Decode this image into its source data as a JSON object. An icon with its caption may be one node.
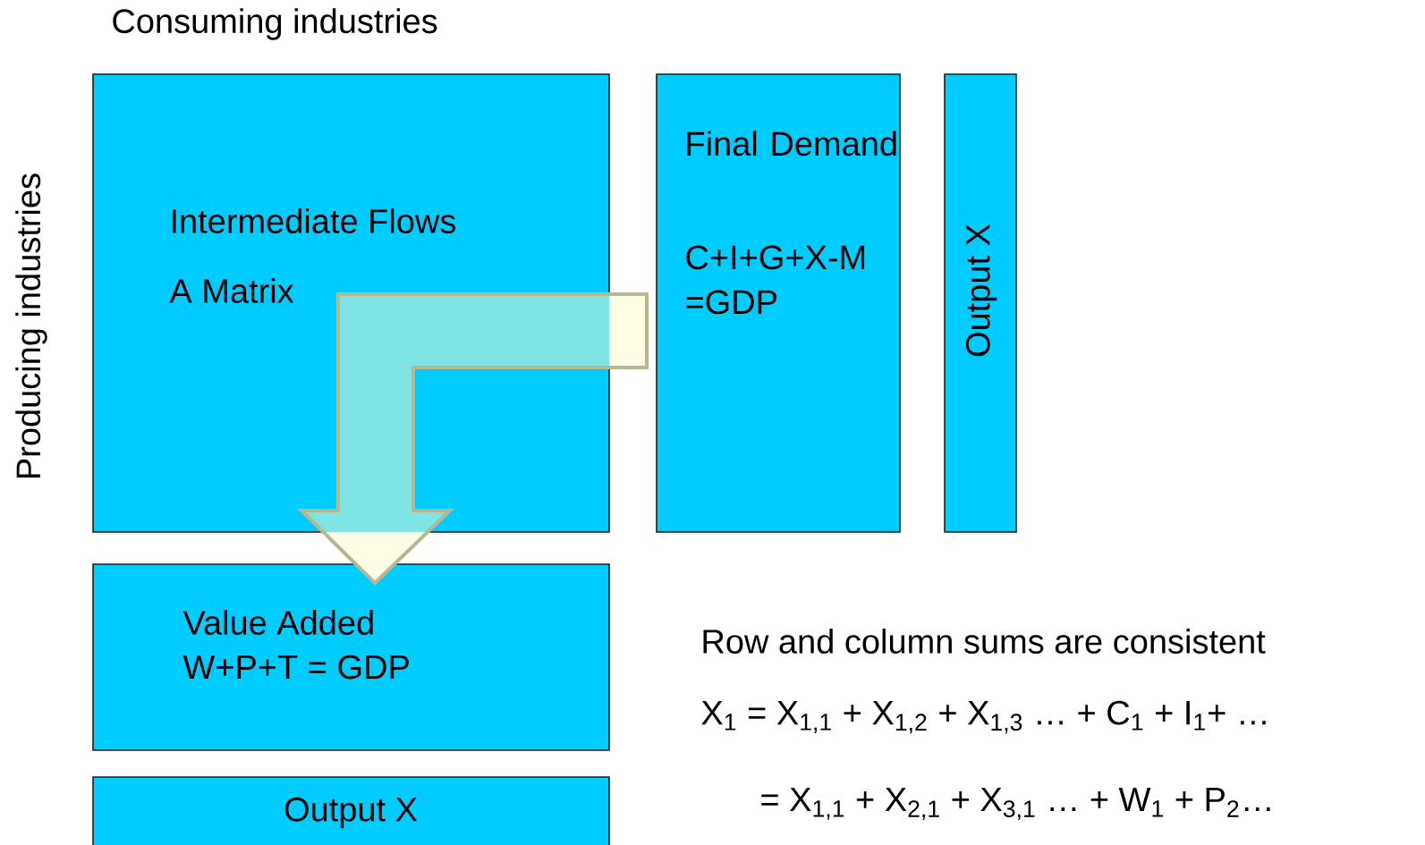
{
  "diagram": {
    "nodes": [
      {
        "text": [
          "Intermediate Flows",
          "A Matrix"
        ]
      },
      {
        "text": [
          "Final Demand",
          "C+I+G+X-M =GDP"
        ]
      },
      {
        "text": [
          "Output X"
        ]
      },
      {
        "text": [
          "Value Added",
          "W+P+T = GDP"
        ]
      },
      {
        "text": [
          "Output X"
        ]
      }
    ],
    "edges": [
      {
        "from": 1,
        "to": 3,
        "arrow": "to"
      }
    ],
    "labels": [
      "Consuming industries",
      "Producing industries",
      "Row and column sums are consistent",
      "X$_{1}$ = X$_{1,1}$ + X$_{1,2}$ + X$_{1,3}$ … + C$_{1}$ + I$_{1}$+ …",
      "= X$_{1,1}$ + X$_{2,1}$ + X$_{3,1}$ … + W$_{1}$ + P$_{2}$…"
    ]
  }
}
